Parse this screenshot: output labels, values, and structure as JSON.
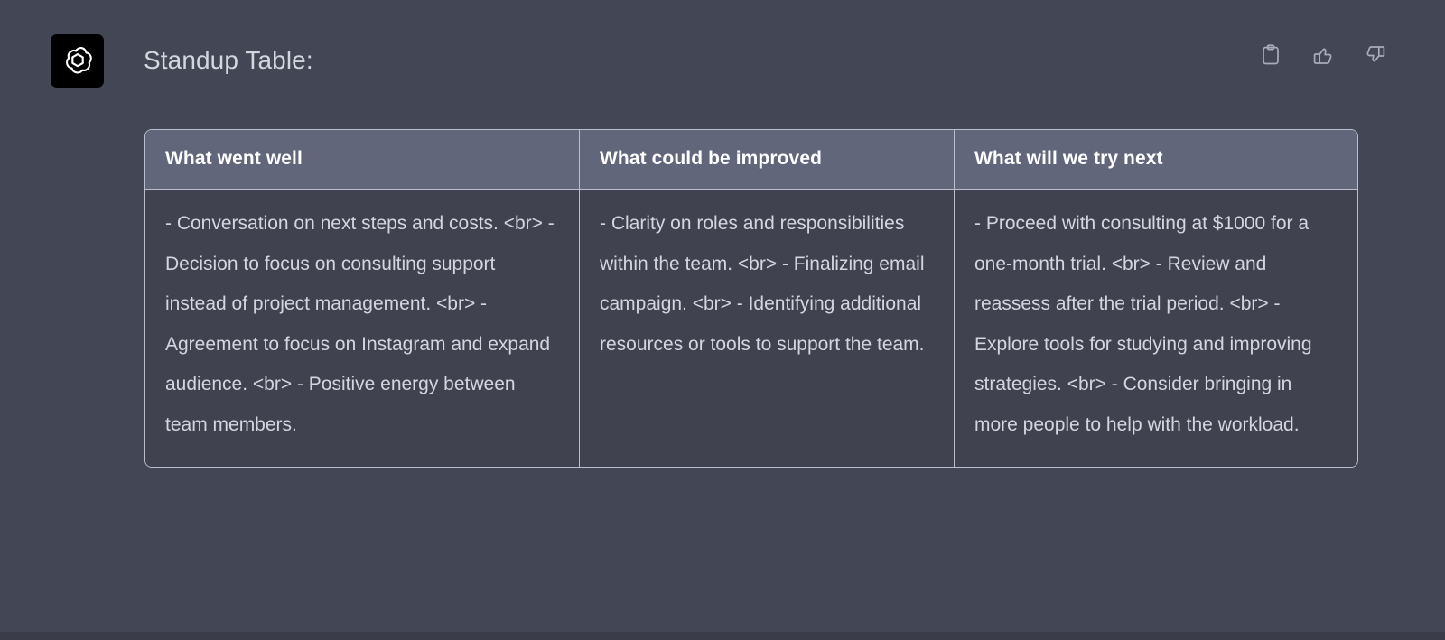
{
  "theme": {
    "page_background": "#434654",
    "table_header_background": "#62667a",
    "table_body_background": "#40434f",
    "table_border": "#b9bdcc",
    "body_text": "#d3d6de",
    "header_text": "#ffffff",
    "avatar_background": "#000000",
    "icon_color": "#a9adbb",
    "bottom_strip": "#3a3d49"
  },
  "header": {
    "avatar_icon": "openai-logo-icon",
    "title": "Standup Table:",
    "actions": [
      {
        "name": "copy-button",
        "icon": "clipboard-icon",
        "label": "Copy"
      },
      {
        "name": "thumbs-up-button",
        "icon": "thumbs-up-icon",
        "label": "Good response"
      },
      {
        "name": "thumbs-down-button",
        "icon": "thumbs-down-icon",
        "label": "Bad response"
      }
    ]
  },
  "table": {
    "columns": [
      "What went well",
      "What could be improved",
      "What will we try next"
    ],
    "rows": [
      [
        "- Conversation on next steps and costs. <br> - Decision to focus on consulting support instead of project management. <br> - Agreement to focus on Instagram and expand audience. <br> - Positive energy between team members.",
        "- Clarity on roles and responsibilities within the team. <br> - Finalizing email campaign. <br> - Identifying additional resources or tools to support the team.",
        "- Proceed with consulting at $1000 for a one-month trial. <br> - Review and reassess after the trial period. <br> - Explore tools for studying and improving strategies. <br> - Consider bringing in more people to help with the workload."
      ]
    ]
  }
}
